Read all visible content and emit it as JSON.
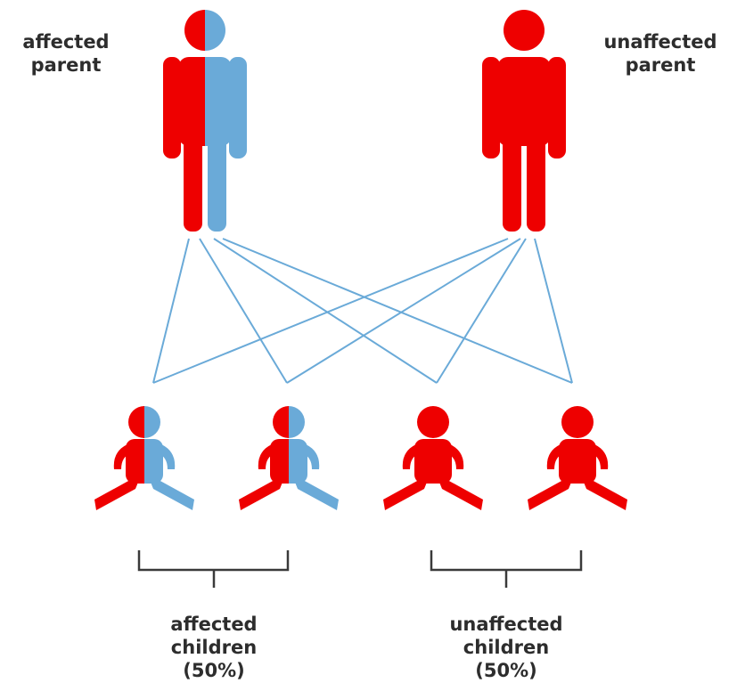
{
  "labels": {
    "affected_parent": [
      "affected",
      "parent"
    ],
    "unaffected_parent": [
      "unaffected",
      "parent"
    ],
    "affected_children": [
      "affected",
      "children",
      "(50%)"
    ],
    "unaffected_children": [
      "unaffected",
      "children",
      "(50%)"
    ]
  },
  "colors": {
    "dominant_allele": "#ee0000",
    "recessive_allele": "#6aaad8",
    "connector_line": "#6aaad8",
    "bracket": "#3a3a3a",
    "text": "#2d2d2d"
  },
  "figures": [
    {
      "role": "affected-parent",
      "kind": "adult",
      "alleles": [
        "dominant",
        "recessive"
      ]
    },
    {
      "role": "unaffected-parent",
      "kind": "adult",
      "alleles": [
        "dominant",
        "dominant"
      ]
    },
    {
      "role": "affected-child-1",
      "kind": "child",
      "alleles": [
        "dominant",
        "recessive"
      ]
    },
    {
      "role": "affected-child-2",
      "kind": "child",
      "alleles": [
        "dominant",
        "recessive"
      ]
    },
    {
      "role": "unaffected-child-1",
      "kind": "child",
      "alleles": [
        "dominant",
        "dominant"
      ]
    },
    {
      "role": "unaffected-child-2",
      "kind": "child",
      "alleles": [
        "dominant",
        "dominant"
      ]
    }
  ]
}
